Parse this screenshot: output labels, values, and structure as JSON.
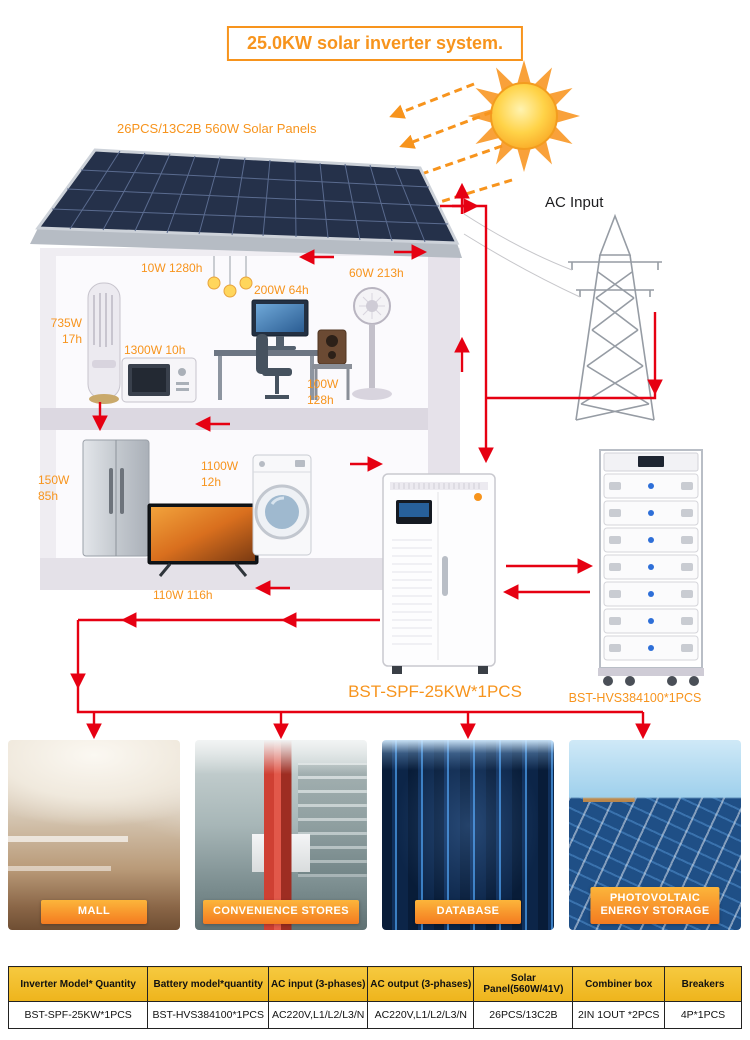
{
  "title": "25.0KW solar inverter system.",
  "colors": {
    "accent_orange": "#f7941d",
    "arrow_red": "#e60012",
    "table_header_gold": "#eeb41c"
  },
  "diagram": {
    "solar_panels_label": "26PCS/13C2B 560W Solar Panels",
    "ac_input_label": "AC Input",
    "inverter_label": "BST-SPF-25KW*1PCS",
    "battery_label": "BST-HVS384100*1PCS",
    "appliance_loads": {
      "tower_fan": "735W\n17h",
      "ceiling_lights": "10W 1280h",
      "computer": "200W 64h",
      "standing_fan": "60W 213h",
      "microwave": "1300W 10h",
      "speaker": "100W\n128h",
      "fridge": "150W\n85h",
      "washing_machine": "1100W\n12h",
      "tv": "110W 116h"
    }
  },
  "photos": [
    {
      "caption": "MALL"
    },
    {
      "caption": "CONVENIENCE STORES"
    },
    {
      "caption": "DATABASE"
    },
    {
      "caption": "PHOTOVOLTAIC\nENERGY STORAGE"
    }
  ],
  "table": {
    "headers": [
      "Inverter Model* Quantity",
      "Battery model*quantity",
      "AC input (3-phases)",
      "AC output (3-phases)",
      "Solar Panel(560W/41V)",
      "Combiner box",
      "Breakers"
    ],
    "rows": [
      [
        "BST-SPF-25KW*1PCS",
        "BST-HVS384100*1PCS",
        "AC220V,L1/L2/L3/N",
        "AC220V,L1/L2/L3/N",
        "26PCS/13C2B",
        "2IN 1OUT *2PCS",
        "4P*1PCS"
      ]
    ]
  }
}
